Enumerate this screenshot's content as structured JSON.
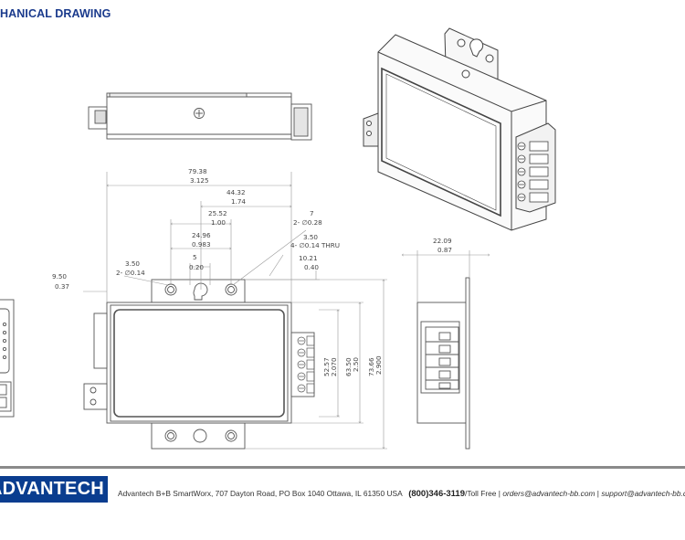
{
  "page": {
    "section_title": "HANICAL DRAWING"
  },
  "drawing": {
    "dimensions": {
      "overall_width_mm": "79.38",
      "overall_width_in": "3.125",
      "right_offset_mm": "44.32",
      "right_offset_in": "1.74",
      "hole_center_mm": "25.52",
      "hole_center_in": "1.00",
      "center_span_mm": "24.96",
      "center_span_in": "0.983",
      "slot_mm": "5",
      "slot_in": "0.20",
      "small_hole_mm": "3.50",
      "small_hole_count_in": "2- ∅0.14",
      "ear_hole_mm": "7",
      "ear_hole_count_in": "2- ∅0.28",
      "thru_hole_mm": "3.50",
      "thru_hole_count_in": "4- ∅0.14 THRU",
      "ear_height_mm": "10.21",
      "ear_height_in": "0.40",
      "left_margin_mm": "9.50",
      "left_margin_in": "0.37",
      "side_depth_mm": "22.09",
      "side_depth_in": "0.87",
      "height_1_mm": "52.57",
      "height_1_in": "2.070",
      "height_2_mm": "63.50",
      "height_2_in": "2.50",
      "height_3_mm": "73.66",
      "height_3_in": "2.900"
    }
  },
  "footer": {
    "logo_text": "ADVANTECH",
    "address": "Advantech B+B SmartWorx, 707 Dayton Road, PO Box 1040 Ottawa, IL 61350 USA",
    "phone": "(800)346-3119",
    "tollfree": "/Toll Free",
    "separator": "|",
    "orders_email": "orders@advantech-bb.com",
    "support_email": "support@advantech-bb.com"
  },
  "colors": {
    "title_blue": "#1a3a8c",
    "logo_bg": "#0a3d8f",
    "line": "#555555",
    "dim_line": "#888888"
  }
}
